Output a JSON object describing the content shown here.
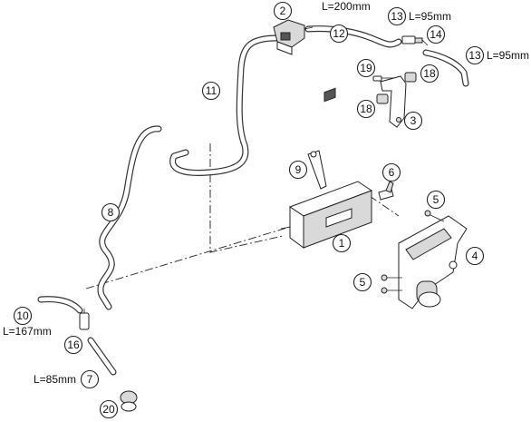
{
  "callouts": [
    {
      "id": "c1",
      "num": "1"
    },
    {
      "id": "c2",
      "num": "2"
    },
    {
      "id": "c3",
      "num": "3"
    },
    {
      "id": "c4",
      "num": "4"
    },
    {
      "id": "c5a",
      "num": "5"
    },
    {
      "id": "c5b",
      "num": "5"
    },
    {
      "id": "c6",
      "num": "6"
    },
    {
      "id": "c7",
      "num": "7"
    },
    {
      "id": "c8",
      "num": "8"
    },
    {
      "id": "c9",
      "num": "9"
    },
    {
      "id": "c10",
      "num": "10"
    },
    {
      "id": "c11",
      "num": "11"
    },
    {
      "id": "c12",
      "num": "12"
    },
    {
      "id": "c13a",
      "num": "13"
    },
    {
      "id": "c13b",
      "num": "13"
    },
    {
      "id": "c14",
      "num": "14"
    },
    {
      "id": "c16",
      "num": "16"
    },
    {
      "id": "c18a",
      "num": "18"
    },
    {
      "id": "c18b",
      "num": "18"
    },
    {
      "id": "c19",
      "num": "19"
    },
    {
      "id": "c20",
      "num": "20"
    }
  ],
  "lengths": {
    "hose_12": "L=200mm",
    "hose_13a": "L=95mm",
    "hose_13b": "L=95mm",
    "hose_10": "L=167mm",
    "hose_7": "L=85mm"
  }
}
